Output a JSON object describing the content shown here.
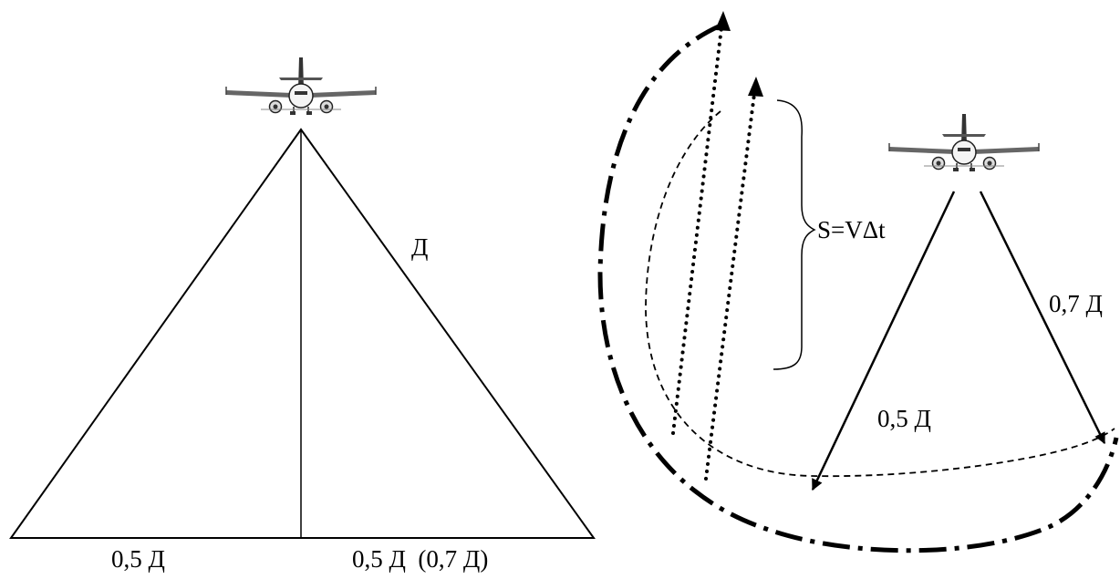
{
  "left_diagram": {
    "label_slant": "Д",
    "label_base_left": "0,5 Д",
    "label_base_right": "0,5 Д  (0,7 Д)"
  },
  "right_diagram": {
    "label_distance": "S=VΔt",
    "label_range_right": "0,7 Д",
    "label_range_left": "0,5 Д"
  },
  "icons": [
    "aircraft-icon",
    "aircraft-icon"
  ]
}
